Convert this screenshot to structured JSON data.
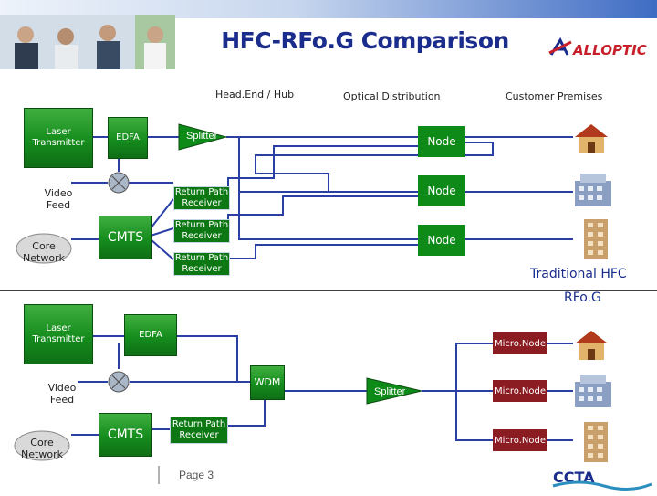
{
  "title": "HFC-RFo.G Comparison",
  "brand": "ALLOPTIC",
  "footer_logo": "CCTA",
  "page_label": "Page 3",
  "headers": {
    "headend": "Head.End / Hub",
    "optical": "Optical Distribution",
    "premises": "Customer Premises"
  },
  "hfc": {
    "laser_transmitter": "Laser Transmitter",
    "edfa": "EDFA",
    "splitter": "Splitter",
    "video_feed": "Video Feed",
    "cmts": "CMTS",
    "core_network": "Core Network",
    "return_receivers": [
      "Return Path Receiver",
      "Return Path Receiver",
      "Return Path Receiver"
    ],
    "nodes": [
      "Node",
      "Node",
      "Node"
    ]
  },
  "section_labels": {
    "traditional": "Traditional HFC",
    "rfog": "RFo.G"
  },
  "rfog": {
    "laser_transmitter": "Laser Transmitter",
    "edfa": "EDFA",
    "video_feed": "Video Feed",
    "wdm": "WDM",
    "splitter": "Splitter",
    "cmts": "CMTS",
    "core_network": "Core Network",
    "return_receiver": "Return Path Receiver",
    "micronodes": [
      "Micro.Node",
      "Micro.Node",
      "Micro.Node"
    ]
  },
  "colors": {
    "title": "#1a2d8c",
    "line": "#2a3fa6",
    "node_green": "#0e8a18",
    "micronode_red": "#8a1c22"
  }
}
